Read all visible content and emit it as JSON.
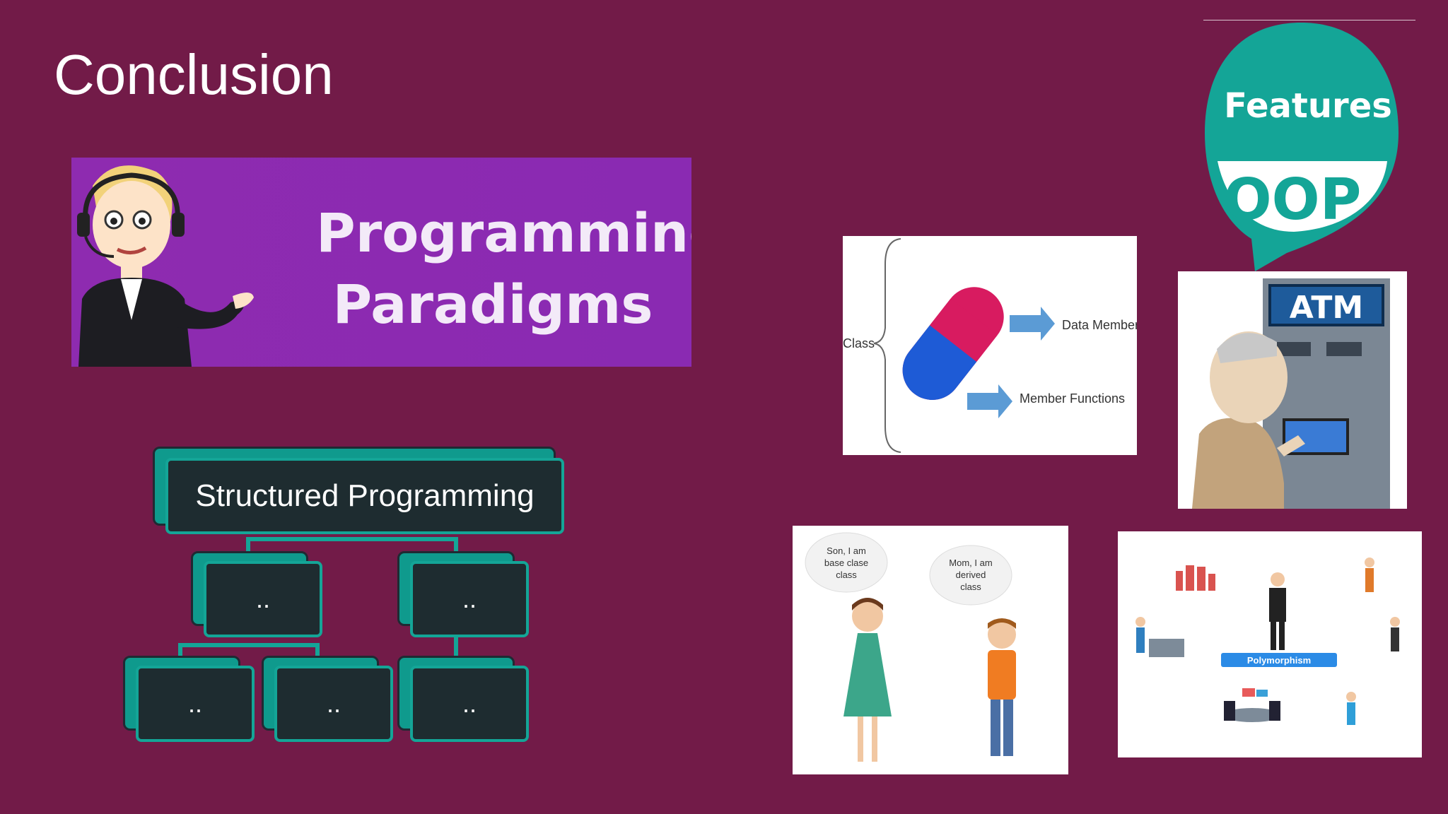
{
  "slide": {
    "title": "Conclusion",
    "background_color": "#721b48",
    "accent_color": "#14a597"
  },
  "banner": {
    "line1": "Programming",
    "line2": "Paradigms"
  },
  "hierarchy": {
    "root": "Structured Programming",
    "level2": [
      "..",
      " .."
    ],
    "level3": [
      "..",
      "..",
      ".."
    ]
  },
  "oop_badge": {
    "top": "Features",
    "bottom": "OOP"
  },
  "encapsulation": {
    "class_label": "Class",
    "members": "Data Members",
    "functions": "Member Functions"
  },
  "atm": {
    "label": "ATM"
  },
  "inheritance": {
    "bubble_left": [
      "Son, I am",
      "base clase",
      "class"
    ],
    "bubble_right": [
      "Mom, I am",
      "derived",
      "class"
    ]
  },
  "polymorphism": {
    "label": "Polymorphism"
  }
}
